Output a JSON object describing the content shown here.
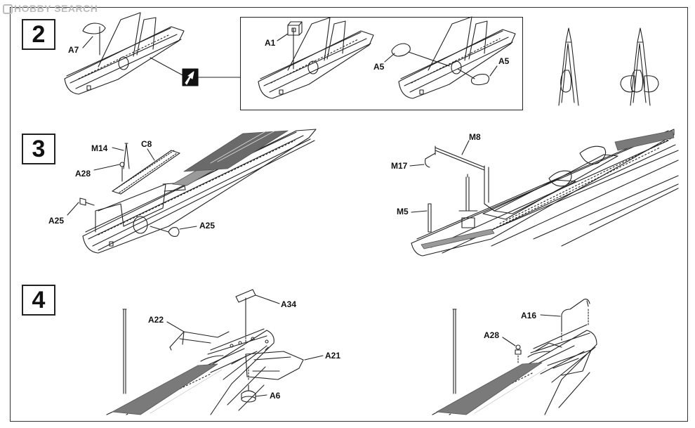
{
  "watermark": "HOBBY SEARCH",
  "steps": [
    {
      "number": "2"
    },
    {
      "number": "3"
    },
    {
      "number": "4"
    }
  ],
  "callouts": {
    "s2_a7": "A7",
    "s2_a1": "A1",
    "s2_a5_left": "A5",
    "s2_a5_right": "A5",
    "s3_m14": "M14",
    "s3_c8": "C8",
    "s3_a28": "A28",
    "s3_a25_left": "A25",
    "s3_a25_right": "A25",
    "s3_m8": "M8",
    "s3_m17": "M17",
    "s3_m5": "M5",
    "s4_a34": "A34",
    "s4_a22": "A22",
    "s4_a21": "A21",
    "s4_a6": "A6",
    "s4_a16": "A16",
    "s4_a28": "A28"
  },
  "colors": {
    "ink": "#222222",
    "frame": "#333333",
    "watermark": "#bdbdbd",
    "deck_hatch": "#555555"
  }
}
